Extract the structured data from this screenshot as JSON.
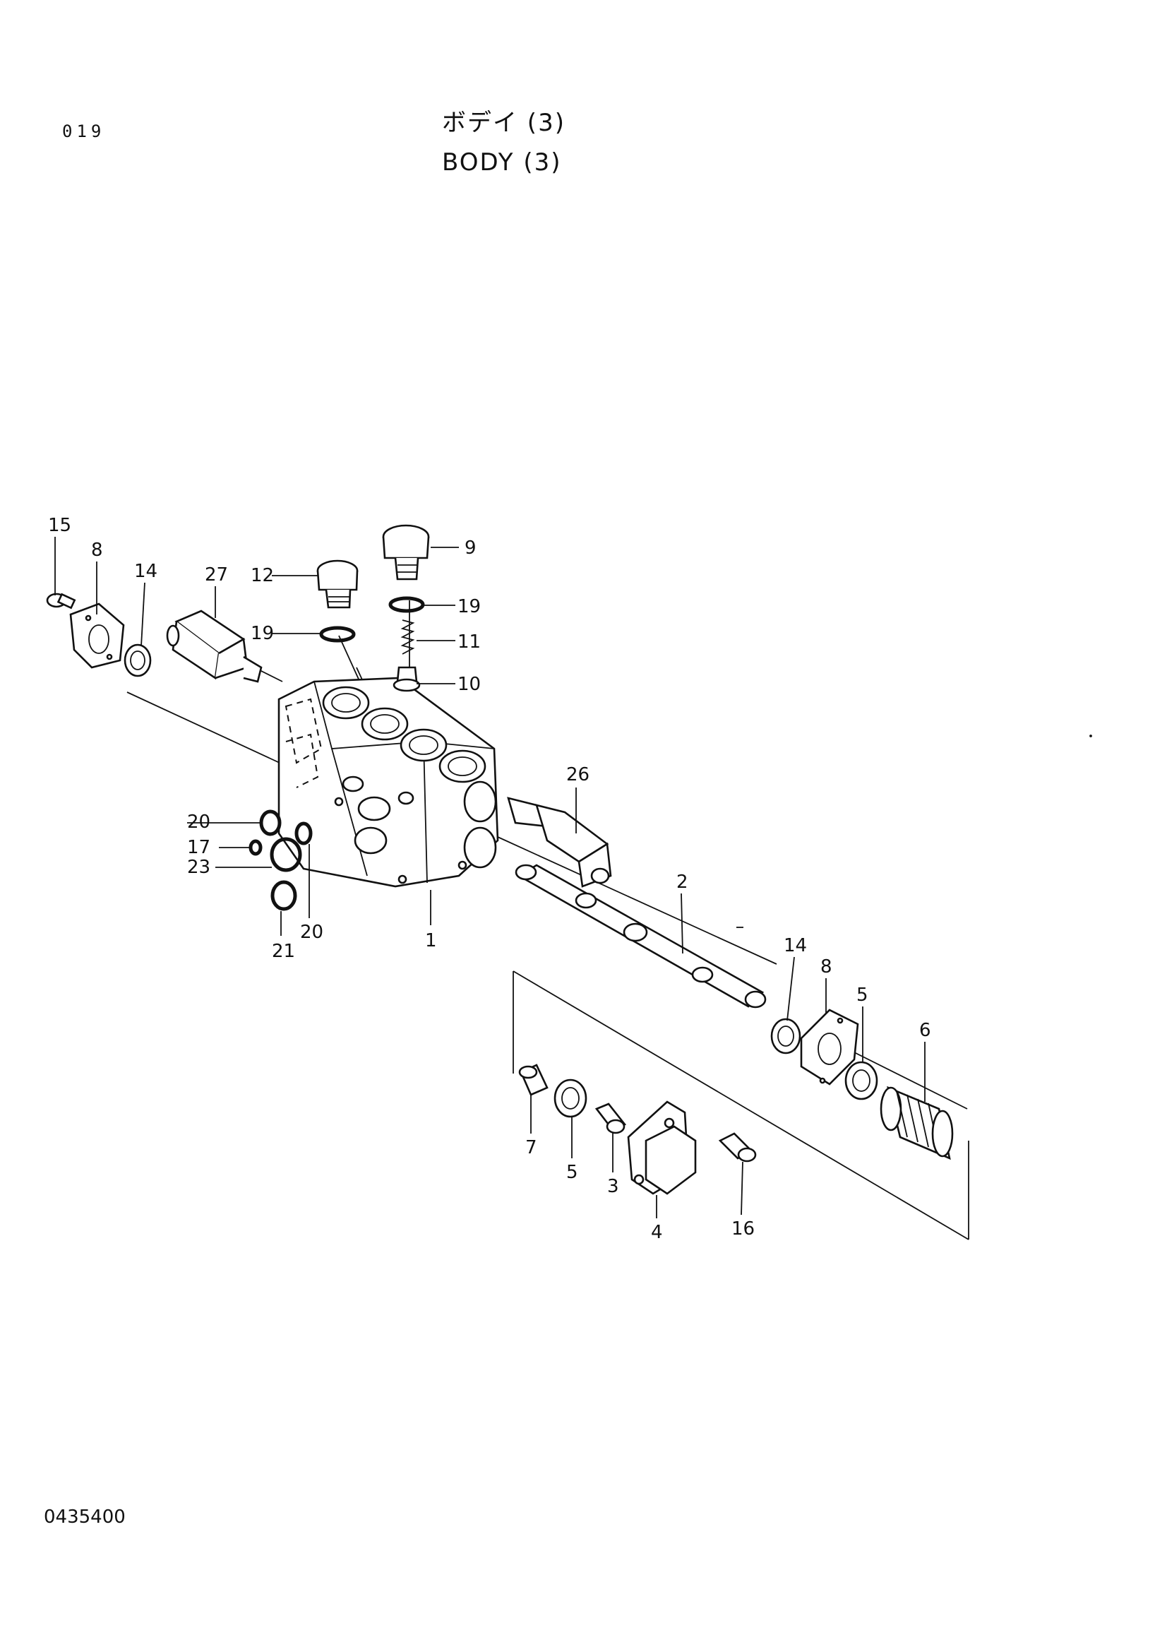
{
  "header": {
    "page_number": "019",
    "title_japanese": "ボデイ (3)",
    "title_english": "BODY (3)"
  },
  "footer": {
    "drawing_number": "0435400"
  },
  "callouts": {
    "c1": "1",
    "c2": "2",
    "c3": "3",
    "c4": "4",
    "c5a": "5",
    "c5b": "5",
    "c6": "6",
    "c7": "7",
    "c8a": "8",
    "c8b": "8",
    "c9": "9",
    "c10": "10",
    "c11": "11",
    "c12": "12",
    "c14a": "14",
    "c14b": "14",
    "c15": "15",
    "c16": "16",
    "c17": "17",
    "c19a": "19",
    "c19b": "19",
    "c20a": "20",
    "c20b": "20",
    "c21": "21",
    "c23": "23",
    "c26": "26",
    "c27": "27"
  }
}
